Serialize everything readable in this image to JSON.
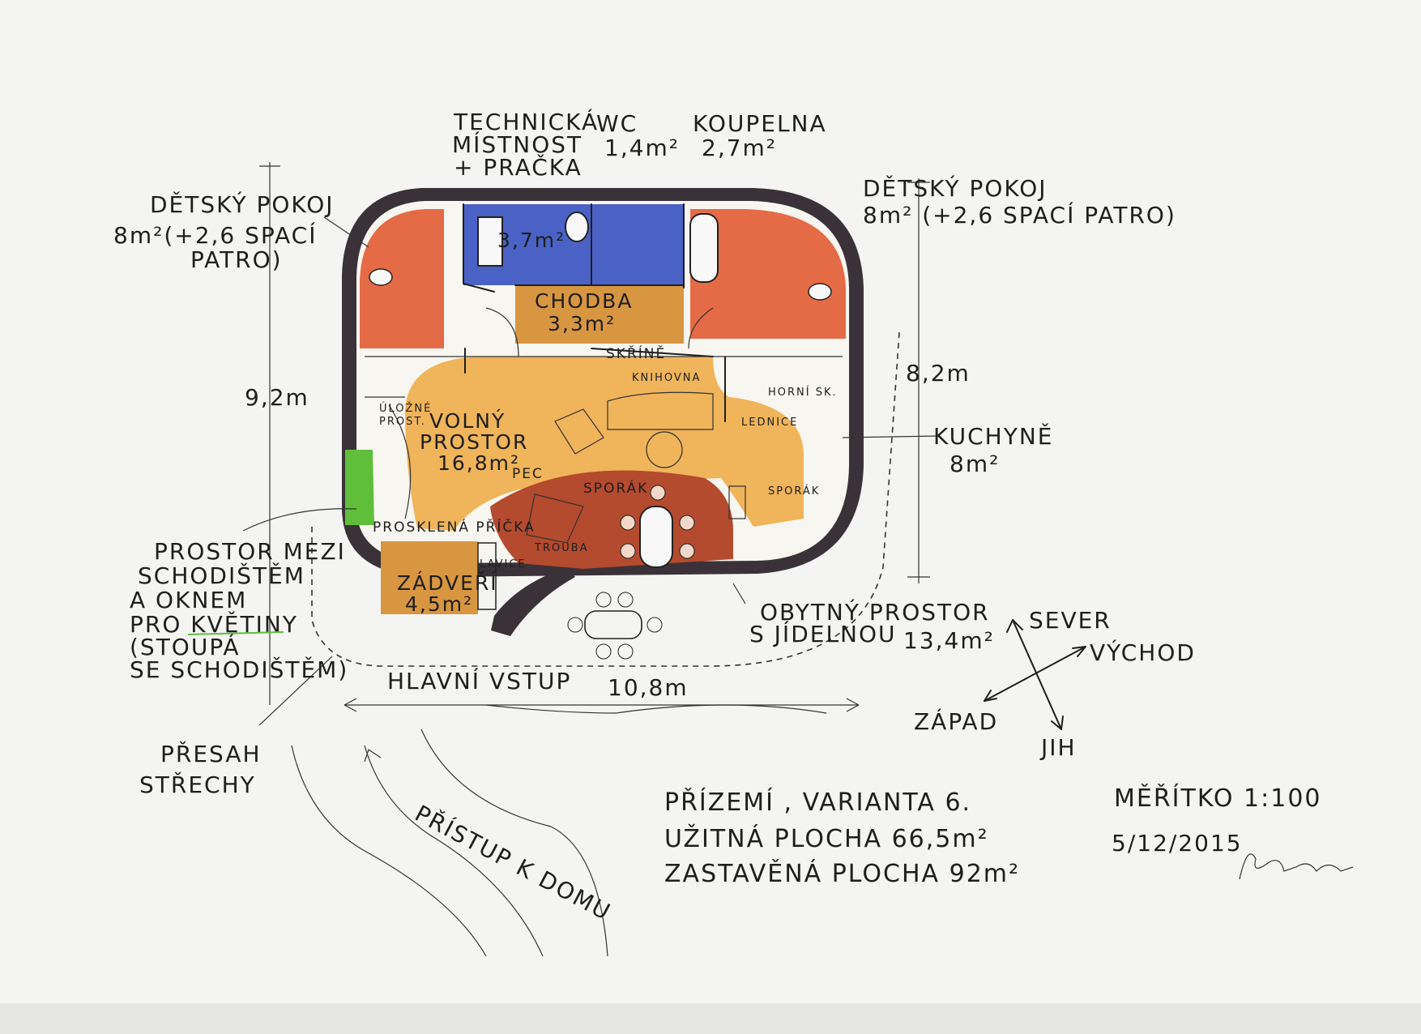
{
  "colors": {
    "paper": "#f4f4f2",
    "wall": "#3a3238",
    "bedroom": "#e56a46",
    "bathroom": "#4a62c6",
    "hall": "#d89640",
    "living": "#f0b45a",
    "dining": "#b44a2e",
    "plants": "#5fbf3a",
    "ink": "#1e1e1e"
  },
  "rooms": {
    "technical_room": [
      "TECHNICKÁ",
      "MÍSTNOST",
      "+ PRAČKA"
    ],
    "technical_area": "3,7m²",
    "wc": [
      "WC",
      "1,4m²"
    ],
    "bathroom": [
      "KOUPELNA",
      "2,7m²"
    ],
    "kids_room_left": [
      "DĚTSKÝ POKOJ",
      "8m²(+2,6 SPACÍ",
      "PATRO)"
    ],
    "kids_room_right": [
      "DĚTSKÝ POKOJ",
      "8m² (+2,6 SPACÍ PATRO)"
    ],
    "corridor": [
      "CHODBA",
      "3,3m²"
    ],
    "wardrobes": "SKŘÍNĚ",
    "bookcase": "KNIHOVNA",
    "upper": "HORNÍ SK.",
    "fridge": "LEDNICE",
    "free_space": [
      "VOLNÝ",
      "PROSTOR",
      "16,8m²"
    ],
    "storage": [
      "ÚLOŽNÉ",
      "PROST."
    ],
    "stove": "PEC",
    "cooker": "SPORÁK",
    "cooker_side": "SPORÁK",
    "glass_partition": "PROSKLENÁ PŘÍČKA",
    "oven": "TROUBA",
    "entry": [
      "ZÁDVEŘÍ",
      "4,5m²"
    ],
    "bench": "LAVICE",
    "kitchen": [
      "KUCHYNĚ",
      "8m²"
    ],
    "living": [
      "OBYTNÝ PROSTOR",
      "S JÍDELNOU",
      "13,4m²"
    ]
  },
  "dimensions": {
    "height_left": "9,2m",
    "height_right": "8,2m",
    "width": "10,8m"
  },
  "notes": {
    "stair_window": [
      "PROSTOR MEZI",
      "SCHODIŠTĚM",
      "A OKNEM",
      "PRO KVĚTINY",
      "(STOUPÁ",
      "SE SCHODIŠTĚM)"
    ],
    "main_entrance": "HLAVNÍ VSTUP",
    "roof_overhang": [
      "PŘESAH",
      "STŘECHY"
    ],
    "access": "PŘÍSTUP K DOMU"
  },
  "compass": {
    "north": "SEVER",
    "east": "VÝCHOD",
    "west": "ZÁPAD",
    "south": "JIH"
  },
  "title_block": {
    "line1": "PŘÍZEMÍ , VARIANTA 6.",
    "line2": "UŽITNÁ PLOCHA  66,5m²",
    "line3": "ZASTAVĚNÁ PLOCHA  92m²",
    "scale": "MĚŘÍTKO 1:100",
    "date": "5/12/2015"
  }
}
